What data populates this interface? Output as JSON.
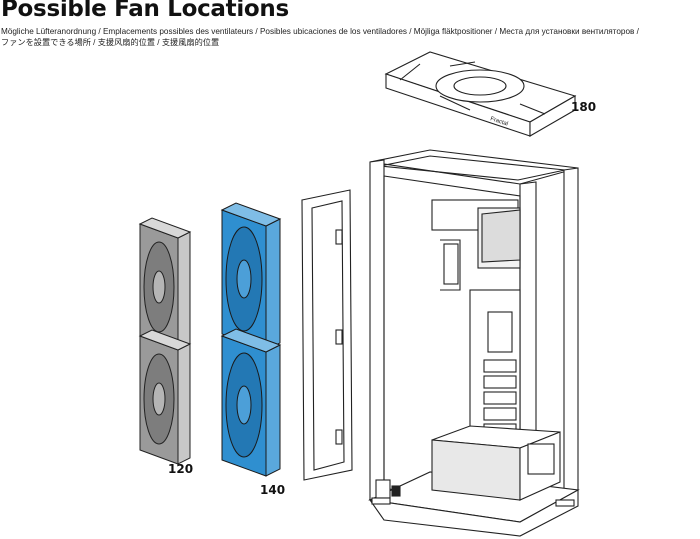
{
  "header": {
    "title": "Possible Fan Locations",
    "subtitle_line1": "Mögliche Lüfteranordnung / Emplacements possibles des ventilateurs / Posibles ubicaciones de los ventiladores / Möjliga fläktpositioner / Места для установки вентиляторов /",
    "subtitle_line2": "ファンを設置できる場所 / 支援风扇的位置 / 支援風扇的位置"
  },
  "fans": {
    "top_size": "180",
    "gray_size": "120",
    "blue_size": "140",
    "brand_text": "Fractal"
  },
  "colors": {
    "fan_120": "#9a9a9a",
    "fan_140": "#2f8fd0",
    "line": "#222222"
  }
}
